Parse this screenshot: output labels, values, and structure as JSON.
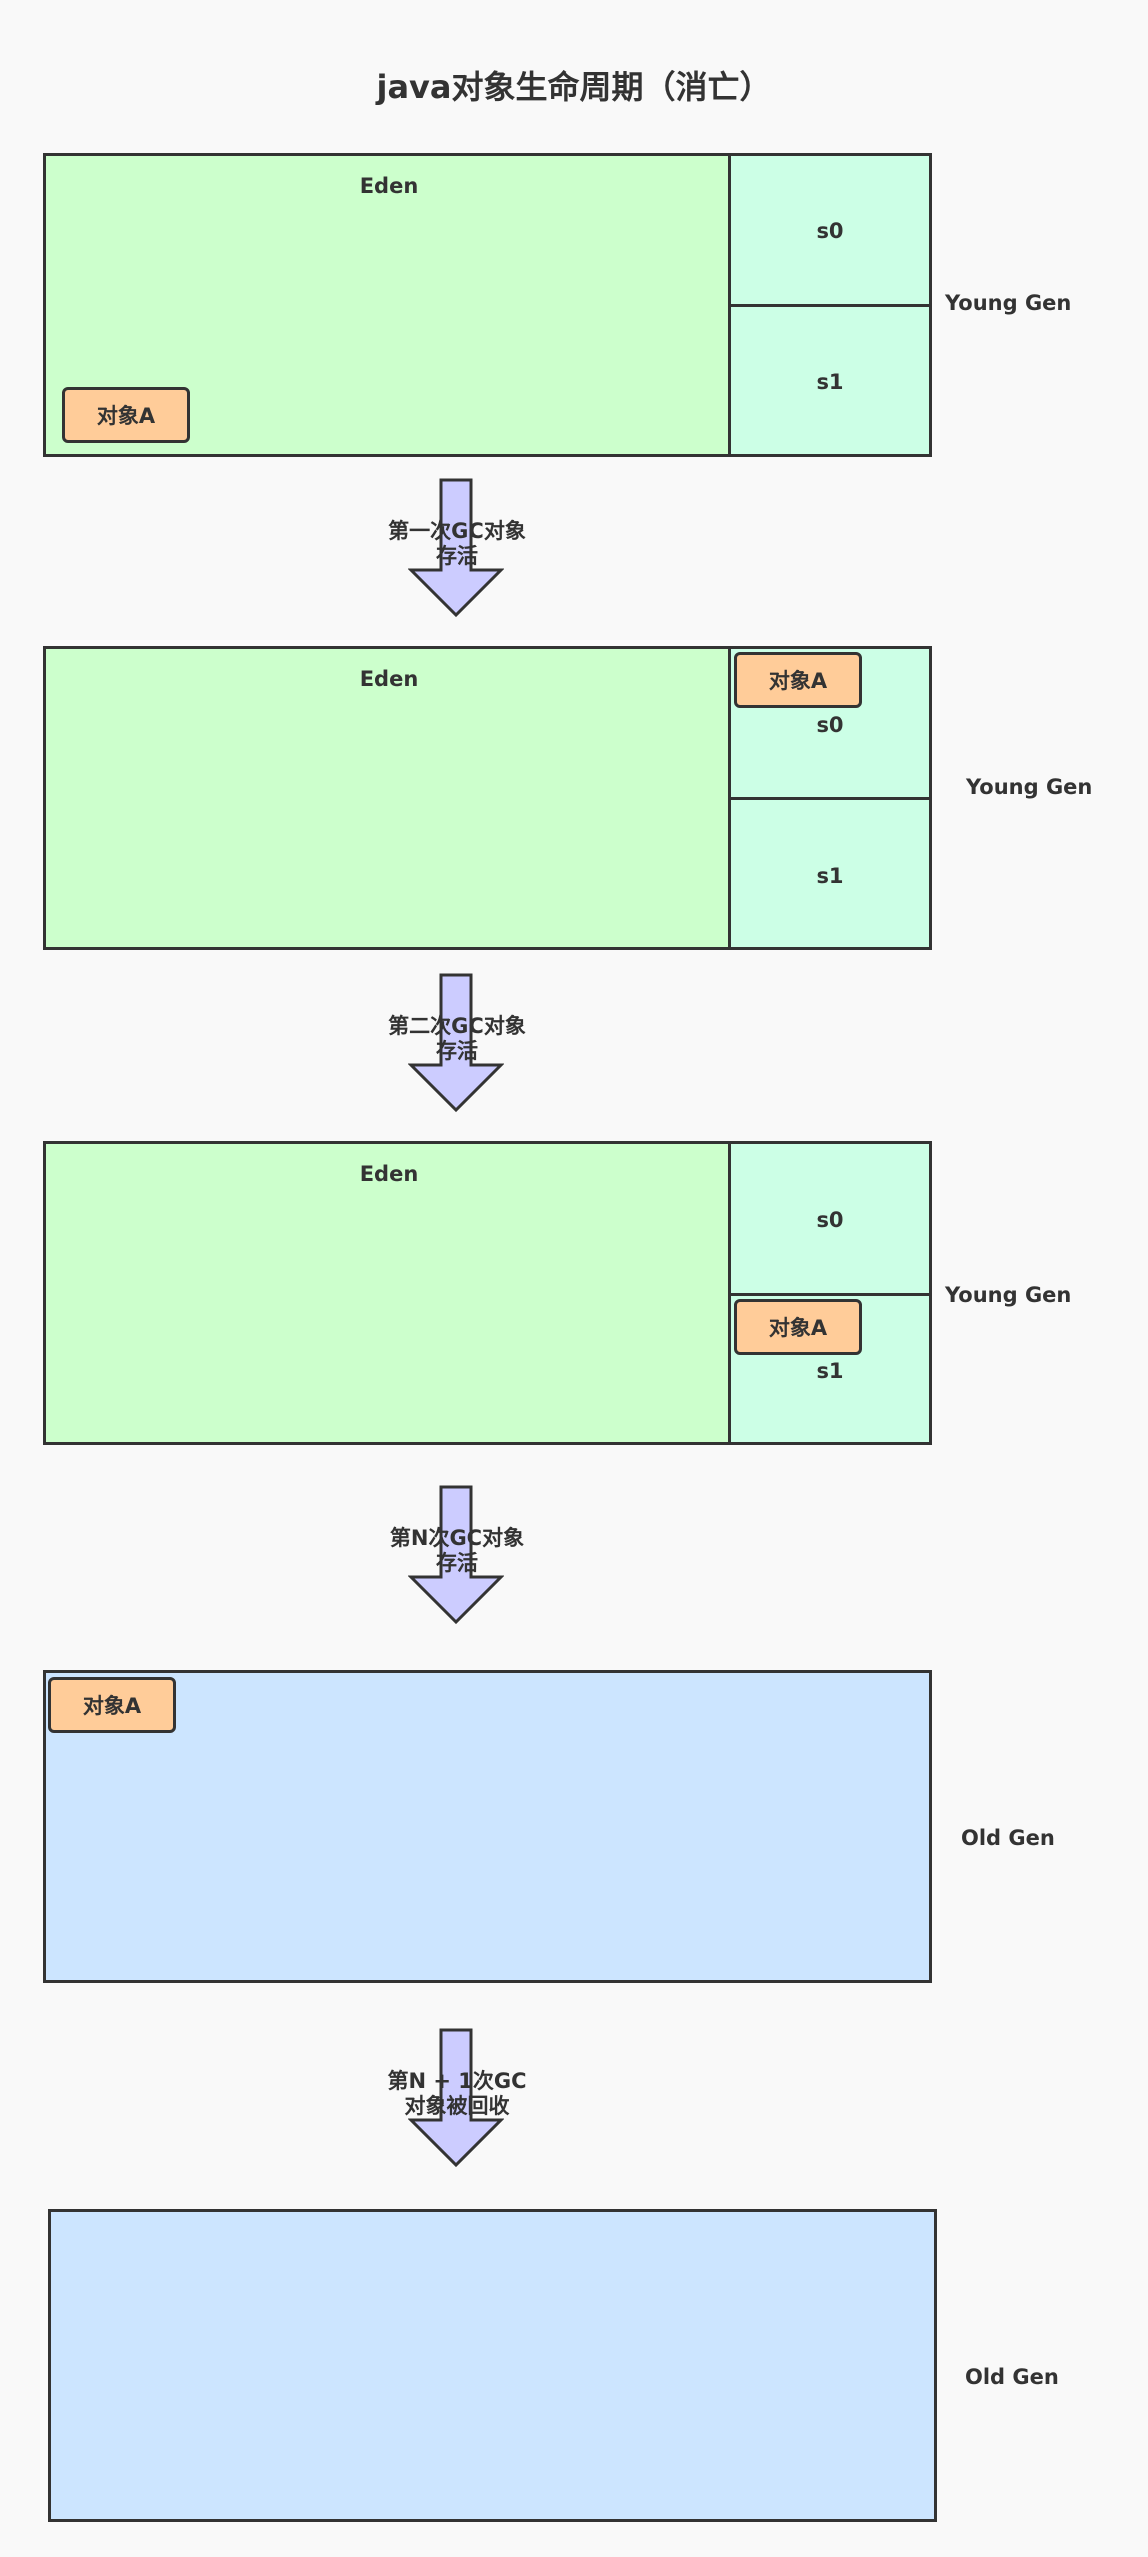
{
  "title": "java对象生命周期（消亡）",
  "stages": [
    {
      "eden_label": "Eden",
      "s0_label": "s0",
      "s1_label": "s1",
      "gen_label": "Young Gen",
      "object_label": "对象A",
      "object_location": "Eden"
    },
    {
      "eden_label": "Eden",
      "s0_label": "s0",
      "s1_label": "s1",
      "gen_label": "Young Gen",
      "object_label": "对象A",
      "object_location": "s0"
    },
    {
      "eden_label": "Eden",
      "s0_label": "s0",
      "s1_label": "s1",
      "gen_label": "Young Gen",
      "object_label": "对象A",
      "object_location": "s1"
    },
    {
      "gen_label": "Old Gen",
      "object_label": "对象A",
      "object_location": "Old Gen"
    },
    {
      "gen_label": "Old Gen"
    }
  ],
  "transitions": [
    {
      "line1": "第一次GC对象",
      "line2": "存活"
    },
    {
      "line1": "第二次GC对象",
      "line2": "存活"
    },
    {
      "line1": "第N次GC对象",
      "line2": "存活"
    },
    {
      "line1": "第N + 1次GC",
      "line2": "对象被回收"
    }
  ],
  "colors": {
    "background": "#f9f9f9",
    "eden": "#ccffcc",
    "survivor": "#ccffe6",
    "old_gen": "#cce5ff",
    "object": "#ffcc99",
    "arrow": "#ccccff",
    "border": "#333333"
  }
}
